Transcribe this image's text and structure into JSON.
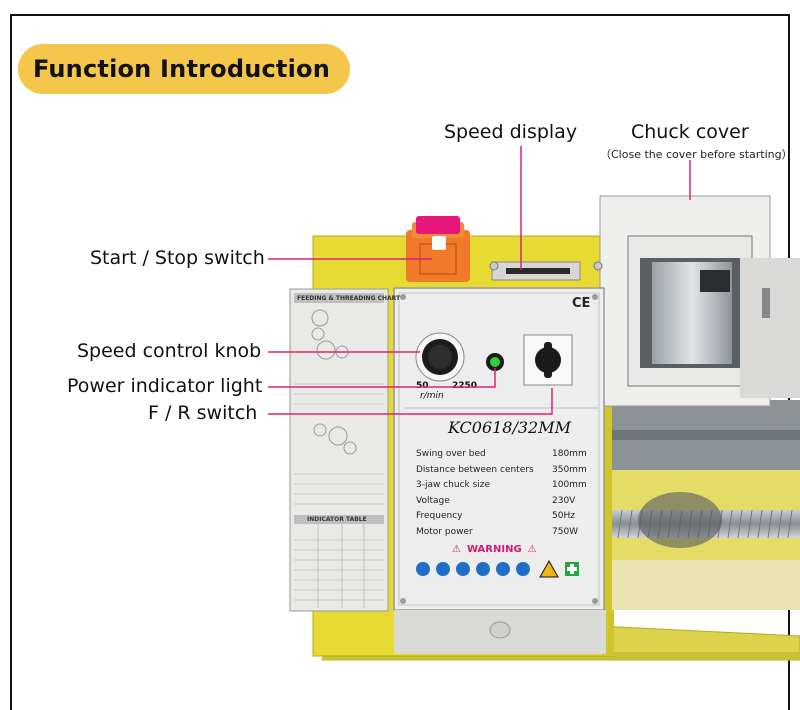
{
  "title": "Function Introduction",
  "callouts": {
    "speed_display": "Speed display",
    "chuck_cover": "Chuck cover",
    "chuck_cover_note": "（Close the cover before starting）",
    "start_stop": "Start / Stop switch",
    "speed_knob": "Speed control knob",
    "power_light": "Power indicator light",
    "fr_switch": "F / R  switch"
  },
  "machine": {
    "ce_mark": "CE",
    "model": "KC0618/32MM",
    "dial_min": "50",
    "dial_max": "2250",
    "dial_unit": "r/min",
    "specs": [
      {
        "label": "Swing over bed",
        "value": "180mm"
      },
      {
        "label": "Distance between centers",
        "value": "350mm"
      },
      {
        "label": "3-jaw chuck size",
        "value": "100mm"
      },
      {
        "label": "Voltage",
        "value": "230V"
      },
      {
        "label": "Frequency",
        "value": "50Hz"
      },
      {
        "label": "Motor power",
        "value": "750W"
      }
    ],
    "warning": "WARNING",
    "chart_title": "FEEDING & THREADING CHART",
    "indicator_title": "INDICATOR   TABLE"
  },
  "colors": {
    "pill": "#f4c64a",
    "leader": "#e0207a",
    "machine_yellow": "#e6da33",
    "panel": "#ededed",
    "emergency_pink": "#e8157a",
    "switch_orange": "#f07a2a"
  }
}
